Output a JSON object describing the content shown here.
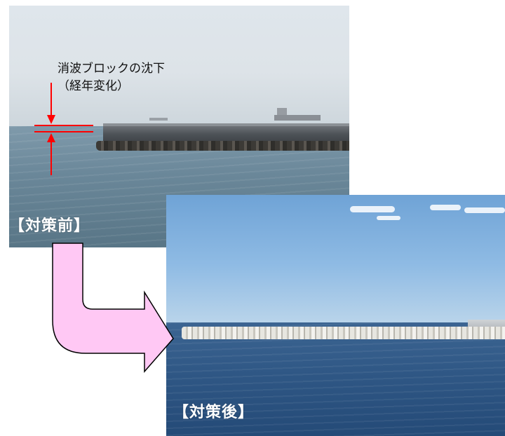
{
  "before": {
    "label": "【対策前】",
    "annotation_line1": "消波ブロックの沈下",
    "annotation_line2": "（経年変化）"
  },
  "after": {
    "label": "【対策後】"
  },
  "colors": {
    "annotation_red": "#ff0000",
    "arrow_fill": "#ffc8f4",
    "arrow_stroke": "#000000",
    "label_text": "#ffffff"
  }
}
